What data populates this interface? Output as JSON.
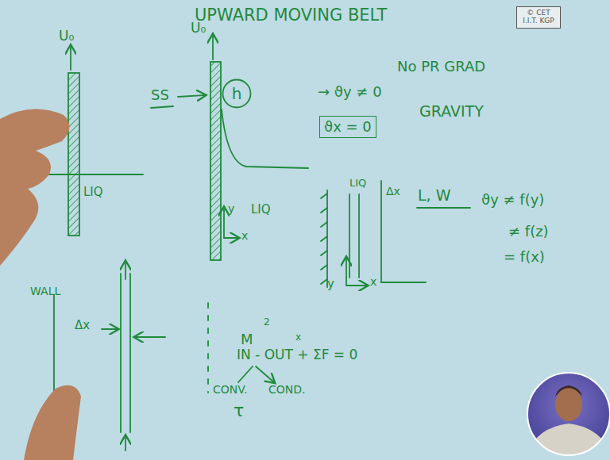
{
  "diagram": {
    "title": "UPWARD MOVING BELT",
    "nodes": [
      {
        "text": [
          "© CET I.I.T. KGP"
        ]
      },
      {
        "text": [
          "h"
        ]
      },
      {
        "text": [
          "ϑx = 0"
        ]
      }
    ],
    "labels": [
      "U₀",
      "LIQ",
      "U₀",
      "SS",
      "y",
      "x",
      "LIQ",
      "→ ϑy ≠ 0",
      "No PR GRAD",
      "GRAVITY",
      "LIQ",
      "Δx",
      "L, W",
      "ϑy ≠ f(y)",
      "≠ f(z)",
      "= f(x)",
      "y",
      "x",
      "WALL",
      "Δx",
      "M",
      "2",
      "x",
      "IN - OUT + ΣF = 0",
      "CONV.",
      "COND.",
      "τ"
    ]
  }
}
